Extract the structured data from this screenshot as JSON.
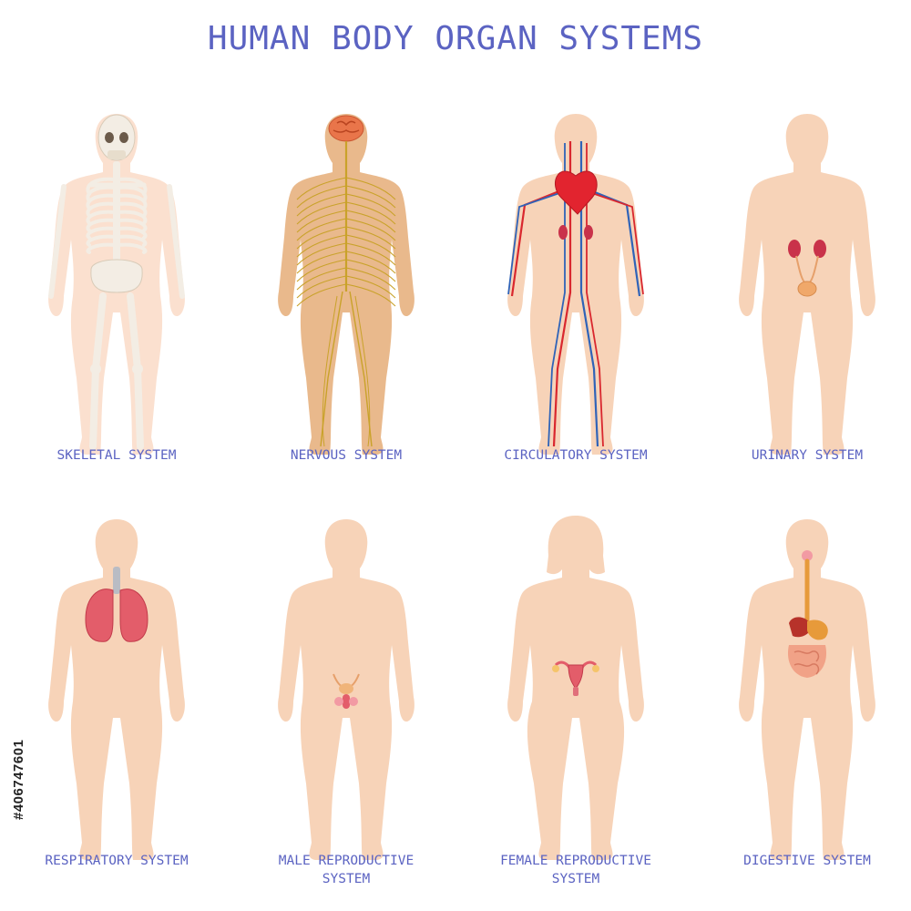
{
  "title": "HUMAN BODY ORGAN SYSTEMS",
  "colors": {
    "title": "#5b63c2",
    "skin": "#f7d3b8",
    "skin_nervous": "#e9b98c",
    "bone": "#f3ede4",
    "nerve": "#c9a22a",
    "artery": "#d9272e",
    "vein": "#2f63b8",
    "organ_red": "#e35d6a",
    "kidney": "#c9324a",
    "stomach": "#e79a3a"
  },
  "systems": [
    {
      "id": "skeletal",
      "caption_lines": [
        "SKELETAL SYSTEM"
      ]
    },
    {
      "id": "nervous",
      "caption_lines": [
        "NERVOUS SYSTEM"
      ]
    },
    {
      "id": "circulatory",
      "caption_lines": [
        "CIRCULATORY SYSTEM"
      ]
    },
    {
      "id": "urinary",
      "caption_lines": [
        "URINARY SYSTEM"
      ]
    },
    {
      "id": "respiratory",
      "caption_lines": [
        "RESPIRATORY SYSTEM"
      ]
    },
    {
      "id": "male-reproductive",
      "caption_lines": [
        "MALE REPRODUCTIVE",
        "SYSTEM"
      ]
    },
    {
      "id": "female-reproductive",
      "caption_lines": [
        "FEMALE REPRODUCTIVE",
        "SYSTEM"
      ]
    },
    {
      "id": "digestive",
      "caption_lines": [
        "DIGESTIVE SYSTEM"
      ]
    }
  ],
  "stock_id": "#406747601"
}
